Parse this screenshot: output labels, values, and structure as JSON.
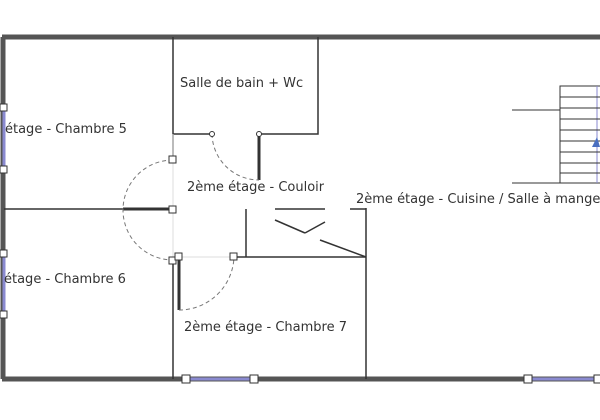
{
  "plan": {
    "rooms": {
      "chambre5": "étage - Chambre 5",
      "chambre6": "étage - Chambre 6",
      "chambre7": "2ème étage - Chambre 7",
      "salle_de_bain": "Salle de bain + Wc",
      "couloir": "2ème étage - Couloir",
      "cuisine": "2ème étage - Cuisine / Salle à manger"
    },
    "colors": {
      "wall": "#444444",
      "window": "#8a8ad0",
      "stair_arrow": "#4a6fc0"
    }
  }
}
